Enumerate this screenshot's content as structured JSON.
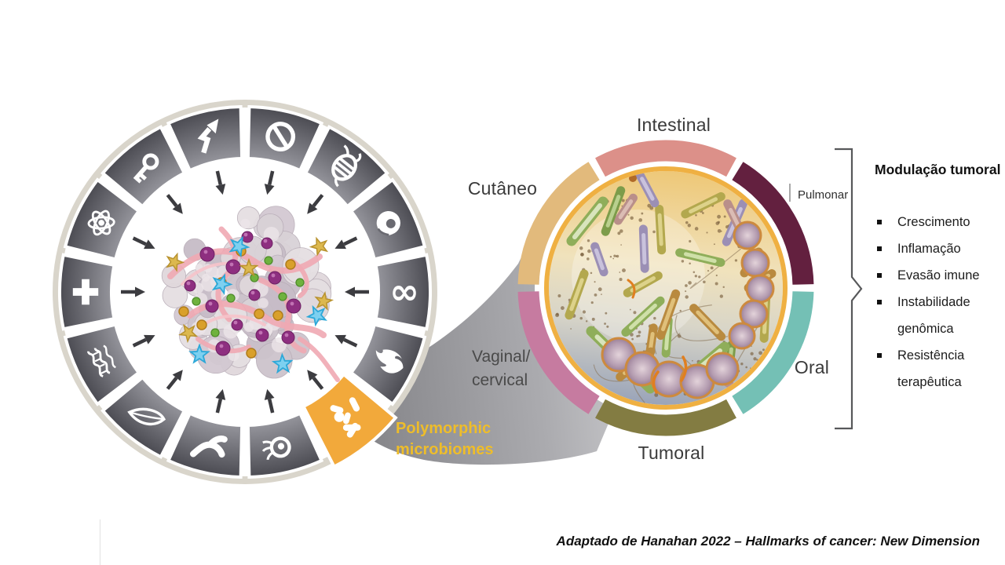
{
  "wheel": {
    "rim_color": "#d9d5cb",
    "segment_color_dark": "#4b4b52",
    "segment_color_light": "#9a9aa1",
    "separator_color": "#ffffff",
    "arrow_color": "#3c3c40",
    "highlight_color": "#f2a93b",
    "segments": [
      {
        "icon": "no-entry-icon",
        "highlighted": false
      },
      {
        "icon": "beetle-icon",
        "highlighted": false
      },
      {
        "icon": "embryo-icon",
        "highlighted": false
      },
      {
        "icon": "infinity-icon",
        "highlighted": false
      },
      {
        "icon": "flame-icon",
        "highlighted": false
      },
      {
        "icon": "bacteria-icon",
        "highlighted": true
      },
      {
        "icon": "dividing-cell-icon",
        "highlighted": false
      },
      {
        "icon": "worm-icon",
        "highlighted": false
      },
      {
        "icon": "leaf-icon",
        "highlighted": false
      },
      {
        "icon": "dna-icon",
        "highlighted": false
      },
      {
        "icon": "cross-icon",
        "highlighted": false
      },
      {
        "icon": "atom-icon",
        "highlighted": false
      },
      {
        "icon": "key-icon",
        "highlighted": false
      },
      {
        "icon": "curved-arrow-icon",
        "highlighted": false
      }
    ]
  },
  "callout": {
    "hallmark_label": "Polymorphic\nmicrobiomes",
    "hallmark_label_color": "#eebd2a",
    "swoosh_dark": "#86868a",
    "swoosh_light": "#d6d6d8"
  },
  "organ_ring": {
    "ring_color": "#efb042",
    "segments": [
      {
        "name": "intestinal",
        "label": "Intestinal",
        "color": "#dc9089"
      },
      {
        "name": "pulmonar",
        "label": "Pulmonar",
        "color": "#63203f"
      },
      {
        "name": "oral",
        "label": "Oral",
        "color": "#74c0b5"
      },
      {
        "name": "tumoral",
        "label": "Tumoral",
        "color": "#837c42"
      },
      {
        "name": "vaginal-cervical",
        "label": "Vaginal/\ncervical",
        "color": "#c67ba0"
      },
      {
        "name": "cutaneo",
        "label": "Cutâneo",
        "color": "#e2ba7c"
      }
    ]
  },
  "modulation_panel": {
    "title": "Modulação tumoral",
    "items": [
      {
        "lines": [
          "Crescimento"
        ]
      },
      {
        "lines": [
          "Inflamação"
        ]
      },
      {
        "lines": [
          "Evasão imune"
        ]
      },
      {
        "lines": [
          "Instabilidade",
          "genômica"
        ]
      },
      {
        "lines": [
          "Resistência",
          "terapêutica"
        ]
      }
    ]
  },
  "caption": "Adaptado de Hanahan 2022 – Hallmarks of cancer: New Dimension"
}
